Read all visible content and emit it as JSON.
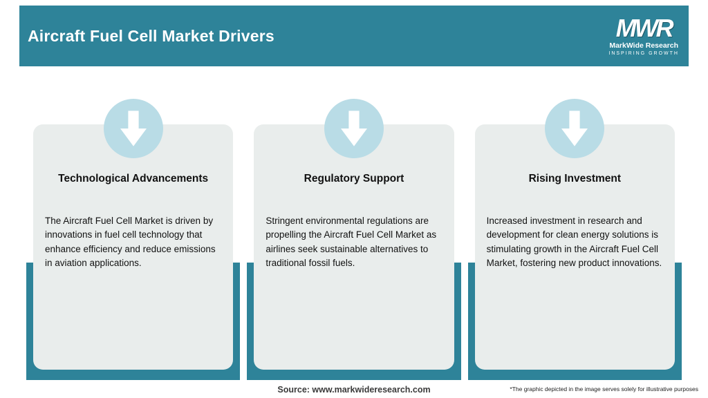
{
  "header": {
    "title": "Aircraft Fuel Cell Market Drivers",
    "logo": {
      "monogram": "MWR",
      "name": "MarkWide Research",
      "tagline": "INSPIRING GROWTH"
    }
  },
  "colors": {
    "header_teal": "#2e8399",
    "card_background": "#e9edec",
    "arrow_circle": "#b9dce6",
    "arrow": "#ffffff",
    "text": "#111111"
  },
  "icons": {
    "card_badge": "down-arrow-icon"
  },
  "cards": [
    {
      "title": "Technological Advancements",
      "description": "The Aircraft Fuel Cell Market is driven by innovations in fuel cell technology that enhance efficiency and reduce emissions in aviation applications."
    },
    {
      "title": "Regulatory Support",
      "description": "Stringent environmental regulations are propelling the Aircraft Fuel Cell Market as airlines seek sustainable alternatives to traditional fossil fuels."
    },
    {
      "title": "Rising Investment",
      "description": "Increased investment in research and development for clean energy solutions is stimulating growth in the Aircraft Fuel Cell Market, fostering new product innovations."
    }
  ],
  "footer": {
    "source": "Source: www.markwideresearch.com",
    "disclaimer": "*The graphic depicted in the image serves solely for illustrative purposes"
  }
}
